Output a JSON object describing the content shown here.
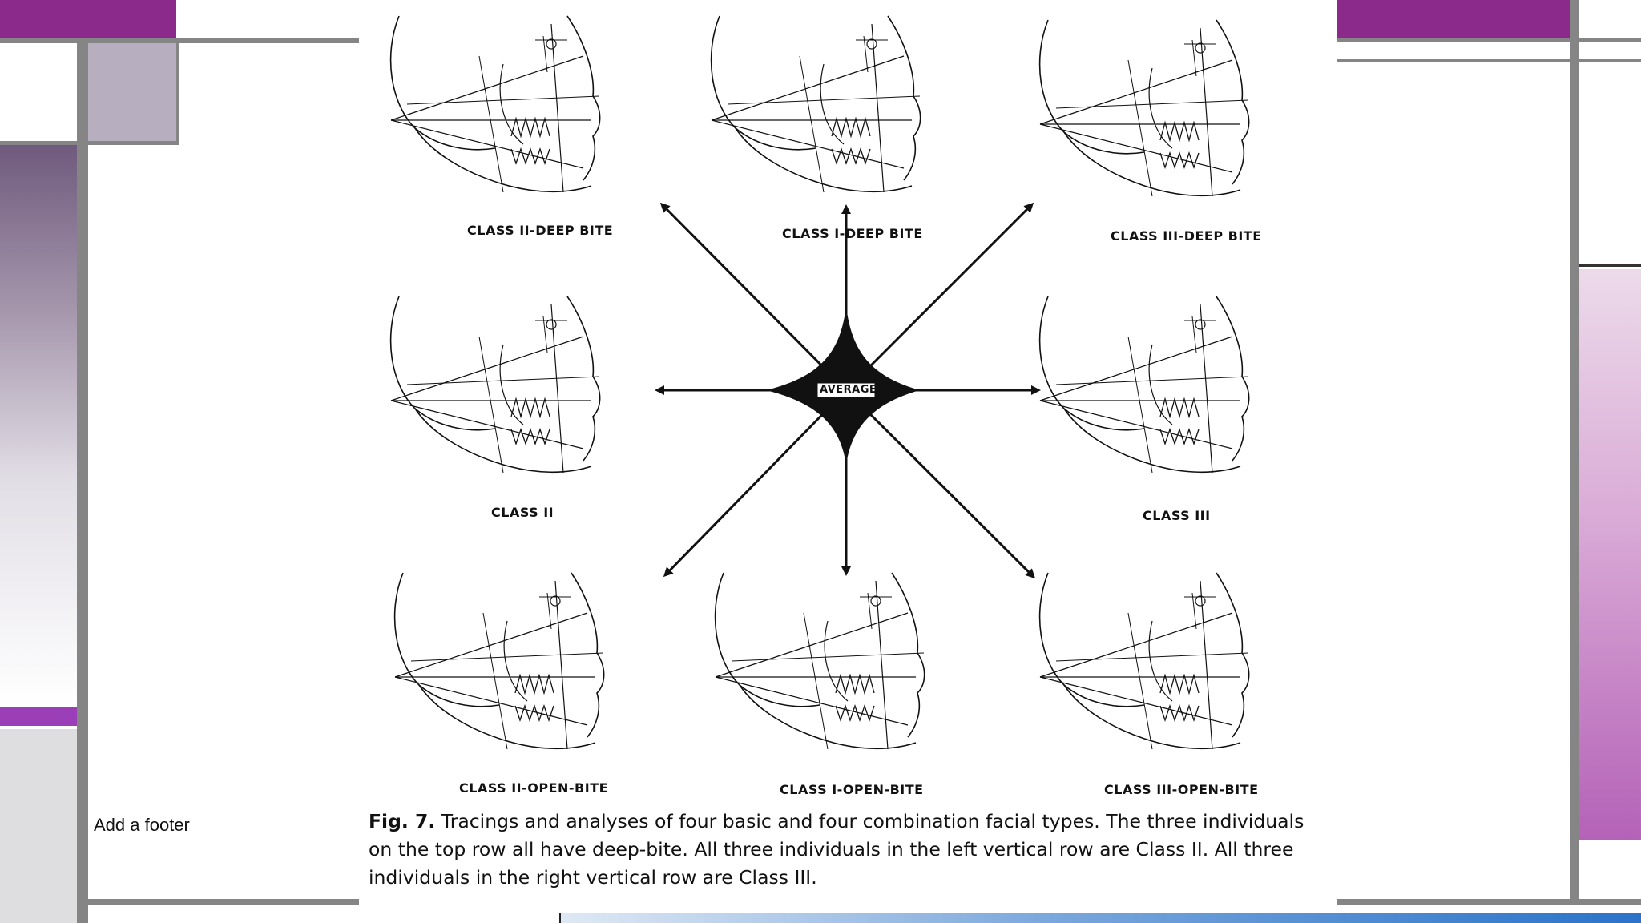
{
  "slide": {
    "footer_text": "Add a footer"
  },
  "figure": {
    "labels": {
      "top_left": "CLASS II-DEEP BITE",
      "top_center": "CLASS I-DEEP BITE",
      "top_right": "CLASS III-DEEP BITE",
      "middle_left": "CLASS II",
      "middle_right": "CLASS III",
      "bottom_left": "CLASS II-OPEN-BITE",
      "bottom_center": "CLASS I-OPEN-BITE",
      "bottom_right": "CLASS III-OPEN-BITE",
      "center": "AVERAGE"
    },
    "caption_prefix": "Fig. 7.",
    "caption_text": " Tracings and analyses of four basic and four combination facial types. The three individuals on the top row all have deep-bite. All three individuals in the left vertical row are Class II. All three individuals in the right vertical row are Class III."
  },
  "colors": {
    "accent_purple": "#8c2a8c",
    "frame_grey": "#858585",
    "lilac_box": "#b7aec0",
    "left_gradient_top": "#6f5a7d",
    "right_gradient_bottom": "#b462b7",
    "bottom_strip_blue": "#2a73c9"
  }
}
